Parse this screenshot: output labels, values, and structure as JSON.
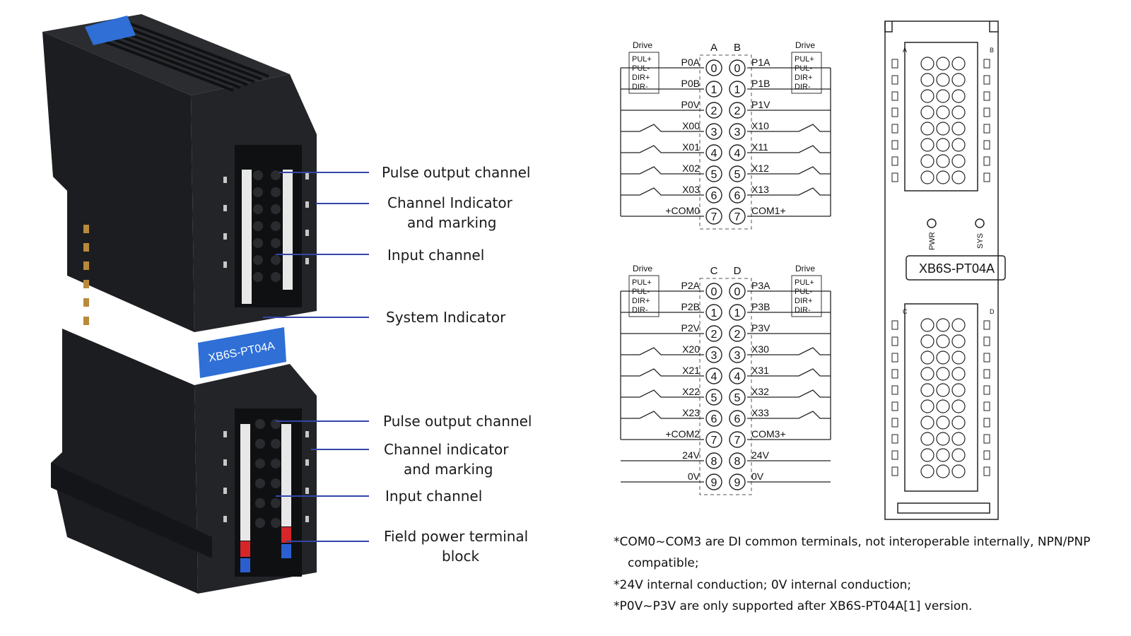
{
  "callouts": {
    "top": [
      "Pulse output channel",
      "Channel Indicator",
      "and marking",
      "Input channel",
      "System Indicator"
    ],
    "bottom": [
      "Pulse output channel",
      "Channel indicator",
      "and marking",
      "Input channel",
      "Field power terminal",
      "block"
    ]
  },
  "module": {
    "model": "XB6S-PT04A",
    "pwr": "PWR",
    "sys": "SYS",
    "bank_labels": [
      "A",
      "B",
      "C",
      "D"
    ]
  },
  "wiring_top": {
    "col_left": "A",
    "col_right": "B",
    "drive": "Drive",
    "drive_pins": [
      "PUL+",
      "PUL-",
      "DIR+",
      "DIR-"
    ],
    "left_labels": [
      "P0A",
      "P0B",
      "P0V",
      "X00",
      "X01",
      "X02",
      "X03",
      "+COM0"
    ],
    "right_labels": [
      "P1A",
      "P1B",
      "P1V",
      "X10",
      "X11",
      "X12",
      "X13",
      "COM1+"
    ],
    "terminals": [
      "0",
      "1",
      "2",
      "3",
      "4",
      "5",
      "6",
      "7"
    ]
  },
  "wiring_bottom": {
    "col_left": "C",
    "col_right": "D",
    "drive": "Drive",
    "drive_pins": [
      "PUL+",
      "PUL-",
      "DIR+",
      "DIR-"
    ],
    "left_labels": [
      "P2A",
      "P2B",
      "P2V",
      "X20",
      "X21",
      "X22",
      "X23",
      "+COM2",
      "24V",
      "0V"
    ],
    "right_labels": [
      "P3A",
      "P3B",
      "P3V",
      "X30",
      "X31",
      "X32",
      "X33",
      "COM3+",
      "24V",
      "0V"
    ],
    "terminals": [
      "0",
      "1",
      "2",
      "3",
      "4",
      "5",
      "6",
      "7",
      "8",
      "9"
    ]
  },
  "notes": [
    "*COM0~COM3 are DI common terminals, not interoperable internally, NPN/PNP",
    "compatible;",
    "*24V internal conduction; 0V internal conduction;",
    "*P0V~P3V are only supported after XB6S-PT04A[1] version."
  ],
  "colors": {
    "housing": "#1b1c1f",
    "housing_side": "#2a2b2f",
    "accent_blue": "#2f6fd6",
    "callout_line": "#3346a8",
    "terminal_red": "#d7262a",
    "terminal_blue": "#2b5fd0"
  }
}
